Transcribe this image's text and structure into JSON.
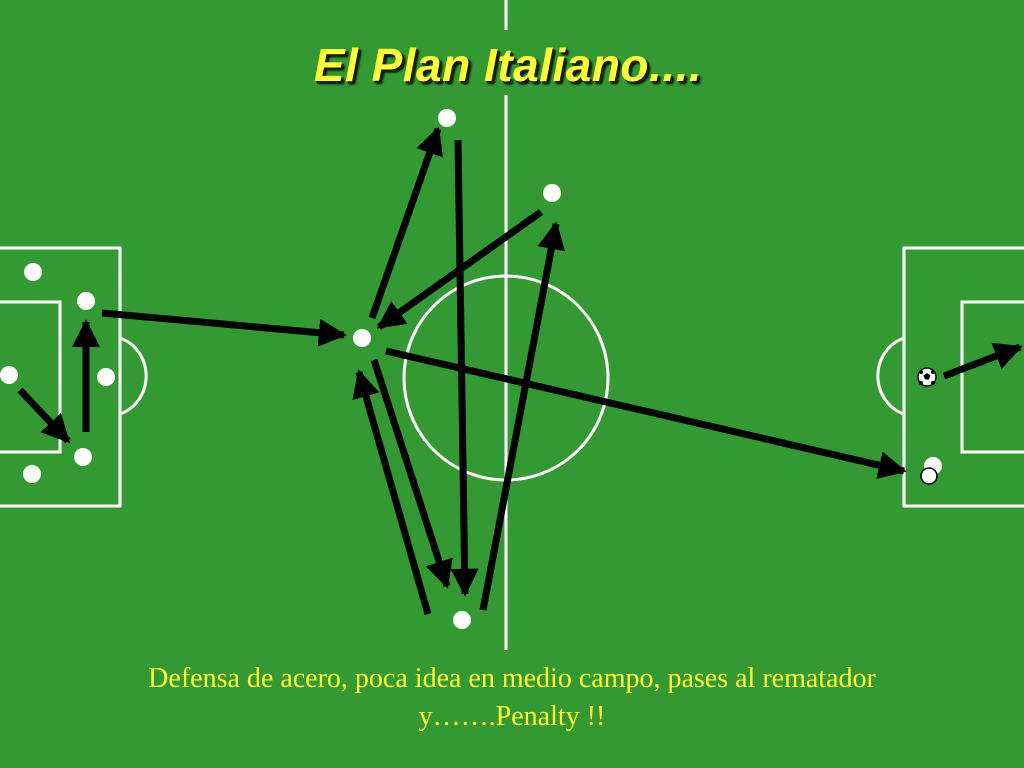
{
  "slide": {
    "title": "El Plan Italiano....",
    "caption_line1": "Defensa de acero, poca idea en medio campo, pases al rematador",
    "caption_line2": "y…….Penalty !!"
  },
  "colors": {
    "field": "#339933",
    "lines": "#ffffff",
    "arrows": "#000000",
    "title": "#ffff33",
    "caption": "#ffff33"
  },
  "icons": {
    "ball": "football-icon"
  }
}
